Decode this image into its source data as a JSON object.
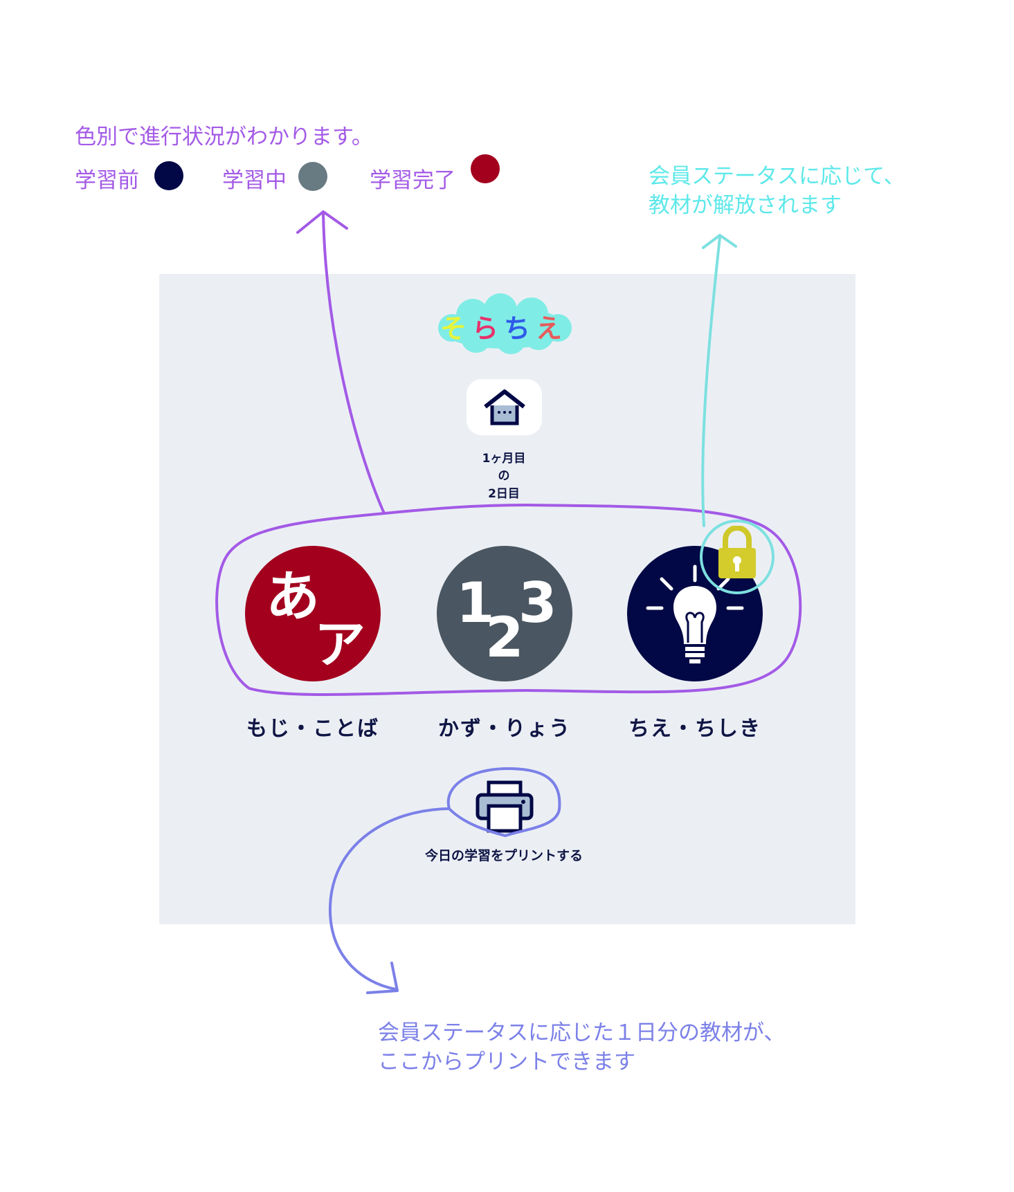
{
  "annotations": {
    "progress_note": "色別で進行状況がわかります。",
    "legend": [
      {
        "label": "学習前",
        "color": "#020845"
      },
      {
        "label": "学習中",
        "color": "#687a82"
      },
      {
        "label": "学習完了",
        "color": "#a3001e"
      }
    ],
    "membership_note": [
      "会員ステータスに応じて、",
      "教材が解放されます"
    ],
    "print_note": [
      "会員ステータスに応じた１日分の教材が、",
      "ここからプリントできます"
    ]
  },
  "app": {
    "logo_chars": [
      {
        "char": "そ",
        "color": "#e6f53a"
      },
      {
        "char": "ら",
        "color": "#e8306a"
      },
      {
        "char": "ち",
        "color": "#2f5ae8"
      },
      {
        "char": "え",
        "color": "#e85a5a"
      }
    ],
    "day_progress": [
      "1ヶ月目",
      "の",
      "2日目"
    ],
    "subjects": [
      {
        "label": "もじ・ことば",
        "status": "学習完了",
        "color": "#a3001e"
      },
      {
        "label": "かず・りょう",
        "status": "学習中",
        "color": "#4a5661"
      },
      {
        "label": "ちえ・ちしき",
        "status": "学習前",
        "color": "#020845",
        "locked": true
      }
    ],
    "print_label": "今日の学習をプリントする"
  },
  "colors": {
    "panel": "#ebeff4",
    "purple": "#a35ae6",
    "cyan": "#7de0e0",
    "blue": "#7b80e8",
    "navy": "#0f1544"
  }
}
